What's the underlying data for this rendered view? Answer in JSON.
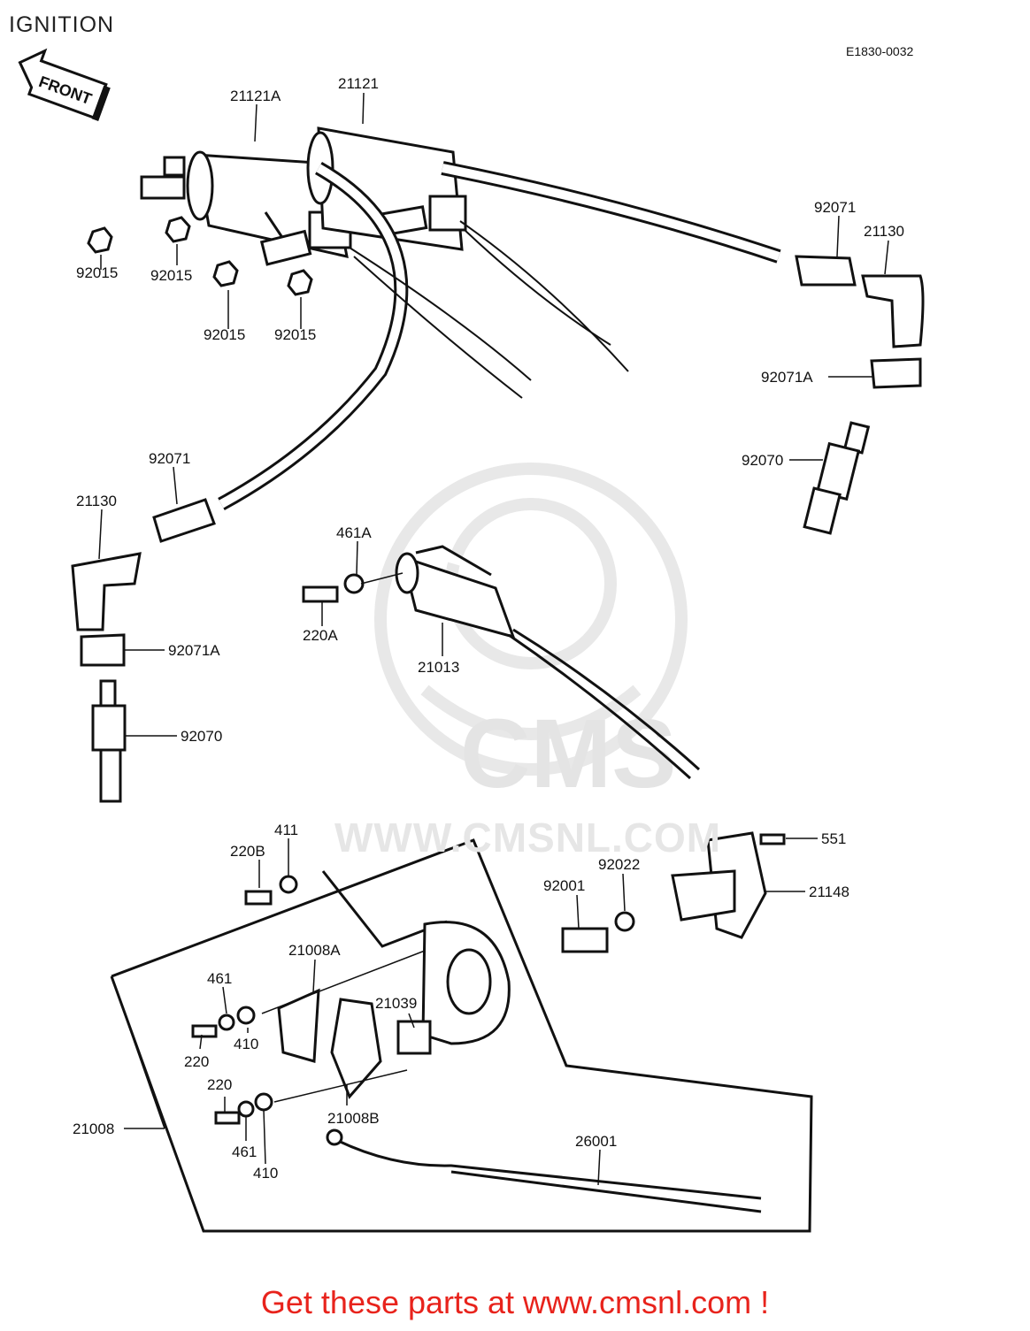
{
  "header": {
    "title": "IGNITION",
    "code": "E1830-0032",
    "front_arrow": "FRONT"
  },
  "watermark": {
    "brand": "CMS",
    "url": "WWW.CMSNL.COM"
  },
  "callouts": {
    "c1": "21121A",
    "c2": "21121",
    "c3": "92015",
    "c4": "92015",
    "c5": "92015",
    "c6": "92015",
    "c7": "92071",
    "c8": "21130",
    "c9": "92071A",
    "c10": "92070",
    "c11": "92071",
    "c12": "21130",
    "c13": "92071A",
    "c14": "92070",
    "c15": "461A",
    "c16": "220A",
    "c17": "21013",
    "c18": "411",
    "c19": "220B",
    "c20": "551",
    "c21": "92022",
    "c22": "92001",
    "c23": "21148",
    "c24": "21008A",
    "c25": "461",
    "c26": "21039",
    "c27": "220",
    "c28": "410",
    "c29": "220",
    "c30": "21008B",
    "c31": "21008",
    "c32": "461",
    "c33": "410",
    "c34": "26001"
  },
  "footer": {
    "cta": "Get these parts at www.cmsnl.com !"
  },
  "colors": {
    "ink": "#111111",
    "watermark": "#e6e6e6",
    "footer_red": "#e8231c"
  }
}
